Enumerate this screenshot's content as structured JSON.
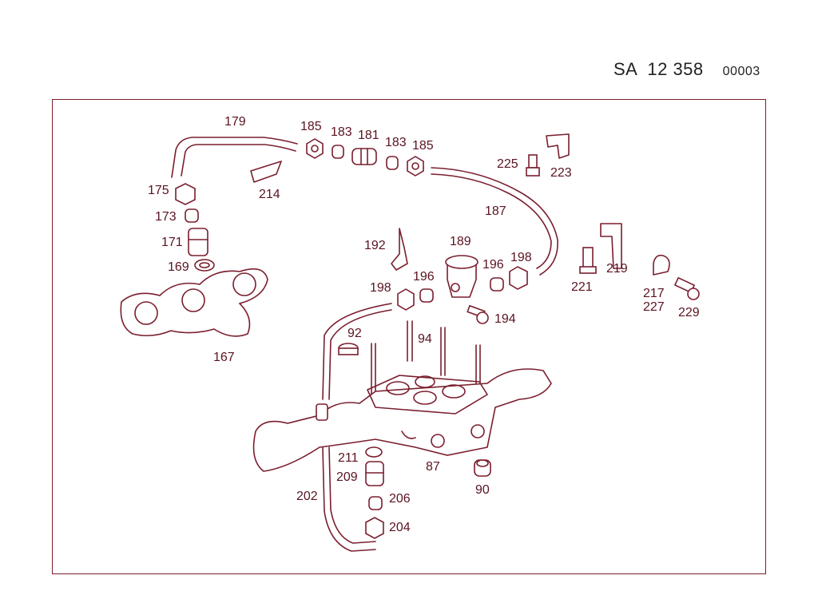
{
  "header": {
    "code": "SA  12 358",
    "sheet": "00003"
  },
  "callouts": [
    {
      "id": "p179",
      "text": "179"
    },
    {
      "id": "p185a",
      "text": "185"
    },
    {
      "id": "p183a",
      "text": "183"
    },
    {
      "id": "p181",
      "text": "181"
    },
    {
      "id": "p183b",
      "text": "183"
    },
    {
      "id": "p185b",
      "text": "185"
    },
    {
      "id": "p225",
      "text": "225"
    },
    {
      "id": "p223",
      "text": "223"
    },
    {
      "id": "p175",
      "text": "175"
    },
    {
      "id": "p214",
      "text": "214"
    },
    {
      "id": "p173",
      "text": "173"
    },
    {
      "id": "p187",
      "text": "187"
    },
    {
      "id": "p171",
      "text": "171"
    },
    {
      "id": "p192",
      "text": "192"
    },
    {
      "id": "p189",
      "text": "189"
    },
    {
      "id": "p169",
      "text": "169"
    },
    {
      "id": "p196a",
      "text": "196"
    },
    {
      "id": "p198a",
      "text": "198"
    },
    {
      "id": "p219",
      "text": "219"
    },
    {
      "id": "p196b",
      "text": "196"
    },
    {
      "id": "p198b",
      "text": "198"
    },
    {
      "id": "p221",
      "text": "221"
    },
    {
      "id": "p217",
      "text": "217"
    },
    {
      "id": "p227",
      "text": "227"
    },
    {
      "id": "p229",
      "text": "229"
    },
    {
      "id": "p194",
      "text": "194"
    },
    {
      "id": "p92",
      "text": "92"
    },
    {
      "id": "p94",
      "text": "94"
    },
    {
      "id": "p167",
      "text": "167"
    },
    {
      "id": "p211",
      "text": "211"
    },
    {
      "id": "p87",
      "text": "87"
    },
    {
      "id": "p209",
      "text": "209"
    },
    {
      "id": "p90",
      "text": "90"
    },
    {
      "id": "p202",
      "text": "202"
    },
    {
      "id": "p206",
      "text": "206"
    },
    {
      "id": "p204",
      "text": "204"
    }
  ]
}
